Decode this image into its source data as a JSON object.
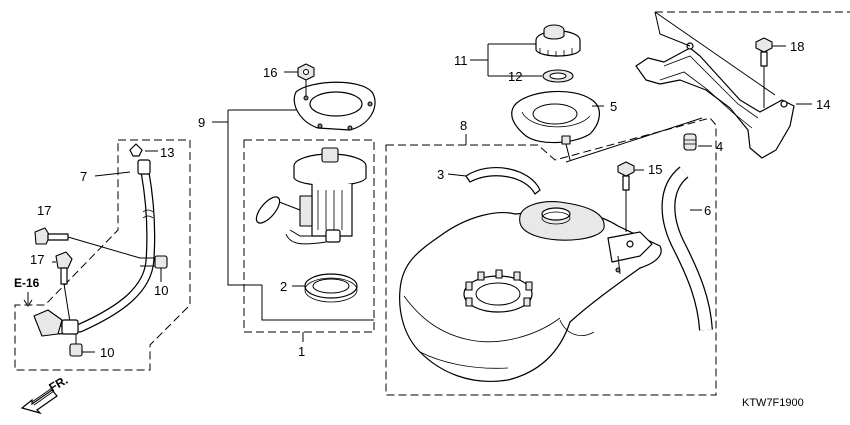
{
  "diagram": {
    "callouts": {
      "c1": "1",
      "c2": "2",
      "c3": "3",
      "c4": "4",
      "c5": "5",
      "c6": "6",
      "c7": "7",
      "c8": "8",
      "c9": "9",
      "c10a": "10",
      "c10b": "10",
      "c11": "11",
      "c12": "12",
      "c13": "13",
      "c14": "14",
      "c15": "15",
      "c16": "16",
      "c17a": "17",
      "c17b": "17",
      "c18": "18"
    },
    "reference": "E-16",
    "direction": "FR.",
    "drawing_code": "KTW7F1900"
  }
}
